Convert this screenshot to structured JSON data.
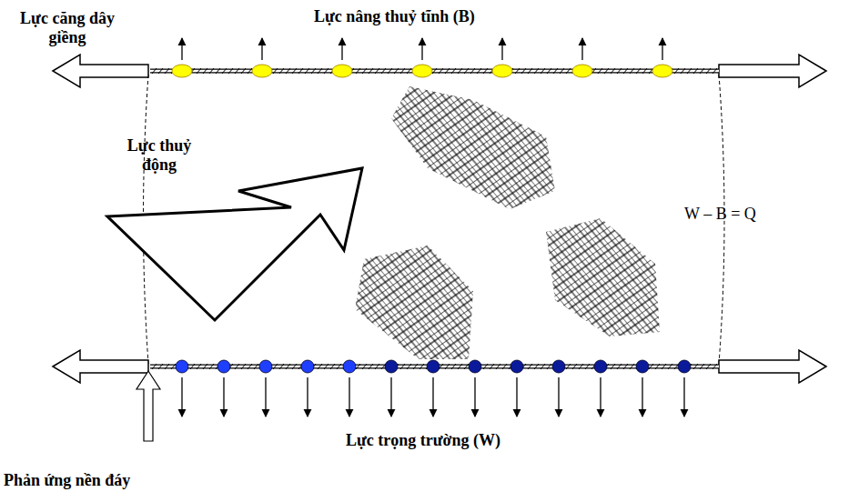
{
  "diagram": {
    "labels": [
      "Lực nâng thuỷ tĩnh (B)",
      "Lực căng dây giềng",
      "Lực thuỷ động",
      "W – B = Q",
      "Lực trọng trường (W)",
      "Phản ứng nền đáy"
    ]
  }
}
